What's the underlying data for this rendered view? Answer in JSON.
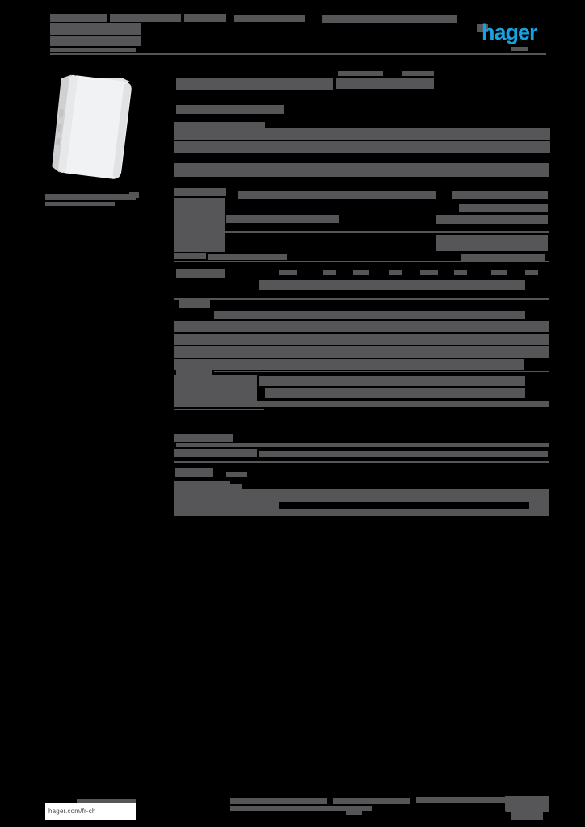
{
  "header": {
    "logo_text": "hager"
  },
  "footer": {
    "website": "hager.com/fr-ch"
  },
  "product_image": {
    "alt": "white-wall-enclosure-photo"
  },
  "colors": {
    "background": "#000000",
    "redacted_text_gray": "#565659",
    "logo_blue": "#17a2df",
    "website_box_white": "#ffffff",
    "website_text_gray": "#4a4a4c"
  },
  "redacted": {
    "bars": [
      [
        62,
        17,
        70,
        10
      ],
      [
        136,
        17,
        88,
        10
      ],
      [
        228,
        17,
        52,
        10
      ],
      [
        290,
        18,
        88,
        9
      ],
      [
        398,
        19,
        168,
        10
      ],
      [
        62,
        29,
        113,
        14
      ],
      [
        62,
        45,
        113,
        12
      ],
      [
        62,
        59,
        106,
        6
      ],
      [
        590,
        30,
        14,
        10
      ],
      [
        632,
        58,
        22,
        5
      ],
      [
        62,
        66,
        614,
        2
      ],
      [
        56,
        240,
        112,
        8
      ],
      [
        160,
        238,
        12,
        7
      ],
      [
        56,
        250,
        86,
        5
      ],
      [
        418,
        88,
        56,
        6
      ],
      [
        497,
        88,
        40,
        6
      ],
      [
        218,
        96,
        194,
        16
      ],
      [
        416,
        96,
        121,
        14
      ],
      [
        218,
        130,
        134,
        11
      ],
      [
        215,
        151,
        113,
        8
      ],
      [
        215,
        159,
        466,
        14
      ],
      [
        215,
        175,
        466,
        15
      ],
      [
        215,
        202,
        464,
        17
      ],
      [
        215,
        233,
        65,
        10
      ],
      [
        295,
        237,
        245,
        9
      ],
      [
        560,
        237,
        118,
        10
      ],
      [
        215,
        245,
        63,
        67
      ],
      [
        568,
        252,
        110,
        11
      ],
      [
        280,
        266,
        140,
        10
      ],
      [
        540,
        266,
        138,
        11
      ],
      [
        215,
        286,
        465,
        2
      ],
      [
        540,
        291,
        138,
        20
      ],
      [
        215,
        313,
        40,
        8
      ],
      [
        258,
        314,
        97,
        8
      ],
      [
        570,
        314,
        104,
        9
      ],
      [
        215,
        323,
        465,
        2
      ],
      [
        218,
        333,
        60,
        11
      ],
      [
        345,
        334,
        22,
        6
      ],
      [
        400,
        334,
        16,
        6
      ],
      [
        437,
        334,
        20,
        6
      ],
      [
        482,
        334,
        16,
        6
      ],
      [
        520,
        334,
        22,
        6
      ],
      [
        562,
        334,
        16,
        6
      ],
      [
        608,
        334,
        20,
        6
      ],
      [
        650,
        334,
        16,
        6
      ],
      [
        320,
        347,
        330,
        12
      ],
      [
        215,
        369,
        465,
        2
      ],
      [
        222,
        372,
        38,
        9
      ],
      [
        265,
        385,
        385,
        10
      ],
      [
        215,
        397,
        465,
        14
      ],
      [
        215,
        413,
        465,
        14
      ],
      [
        215,
        429,
        465,
        14
      ],
      [
        215,
        445,
        433,
        13
      ],
      [
        218,
        456,
        44,
        8
      ],
      [
        265,
        459,
        415,
        2
      ],
      [
        215,
        464,
        103,
        40
      ],
      [
        320,
        466,
        330,
        12
      ],
      [
        328,
        481,
        322,
        12
      ],
      [
        215,
        496,
        465,
        8
      ],
      [
        215,
        506,
        112,
        2
      ],
      [
        215,
        538,
        73,
        9
      ],
      [
        218,
        548,
        462,
        6
      ],
      [
        215,
        556,
        103,
        10
      ],
      [
        320,
        558,
        358,
        8
      ],
      [
        215,
        571,
        465,
        2
      ],
      [
        217,
        579,
        47,
        12
      ],
      [
        280,
        585,
        26,
        6
      ],
      [
        215,
        596,
        70,
        11
      ],
      [
        282,
        599,
        18,
        7
      ],
      [
        215,
        606,
        465,
        16
      ],
      [
        215,
        622,
        130,
        8
      ],
      [
        655,
        622,
        25,
        8
      ],
      [
        215,
        630,
        465,
        9
      ],
      [
        285,
        988,
        120,
        7
      ],
      [
        412,
        988,
        95,
        7
      ],
      [
        515,
        987,
        112,
        7
      ],
      [
        285,
        998,
        175,
        6
      ],
      [
        428,
        1004,
        20,
        5
      ],
      [
        95,
        989,
        73,
        5
      ]
    ]
  }
}
